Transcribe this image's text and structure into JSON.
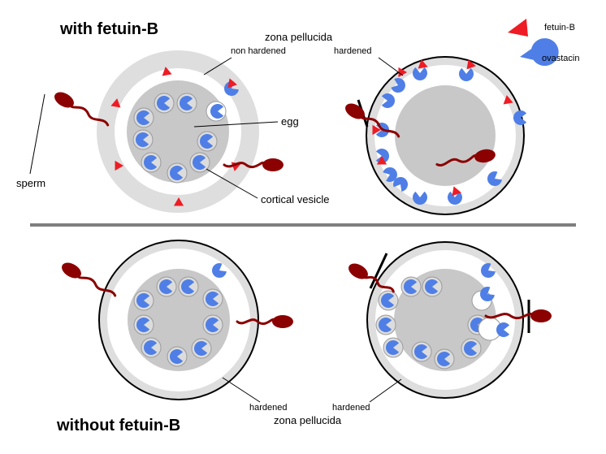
{
  "headings": {
    "with": "with fetuin-B",
    "without": "without fetuin-B"
  },
  "legend": {
    "fetuin_b": "fetuin-B",
    "ovastacin": "ovastacin"
  },
  "labels": {
    "zona_pellucida": "zona pellucida",
    "non_hardened": "non hardened",
    "hardened": "hardened",
    "egg": "egg",
    "sperm": "sperm",
    "cortical_vesicle": "cortical vesicle"
  },
  "colors": {
    "fetuin_b": "#ee1c25",
    "ovastacin": "#4f7fe6",
    "vesicle": "#dcdcdc",
    "zona": "#dedede",
    "egg": "#c8c8c8",
    "sperm": "#8b0000",
    "divider": "#7f7f7f"
  }
}
